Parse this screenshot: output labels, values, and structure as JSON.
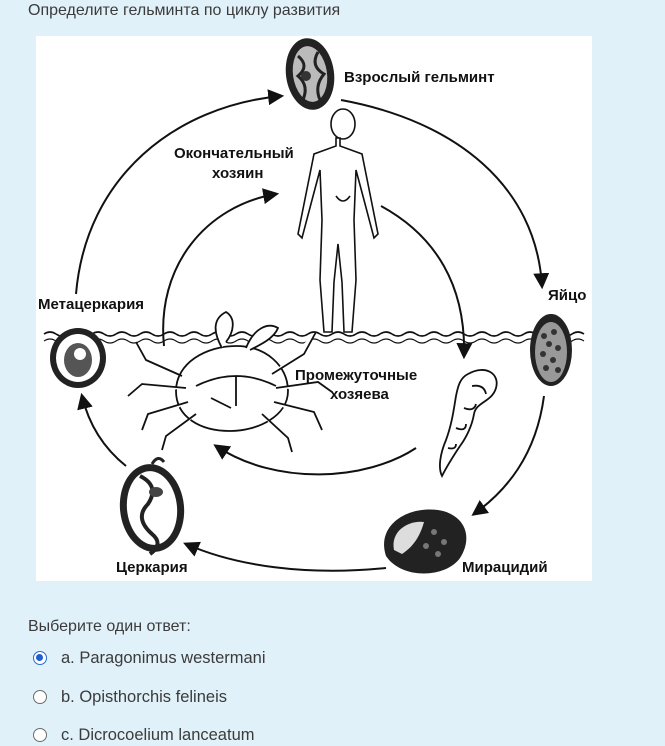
{
  "question": {
    "title": "Определите гельминта по циклу развития"
  },
  "figure": {
    "labels": {
      "adult": "Взрослый гельминт",
      "definitive_line1": "Окончательный",
      "definitive_line2": "хозяин",
      "egg": "Яйцо",
      "metacercaria": "Метацеркария",
      "intermediate_line1": "Промежуточные",
      "intermediate_line2": "хозяева",
      "cercaria": "Церкария",
      "miracidium": "Мирацидий"
    }
  },
  "answer": {
    "prompt": "Выберите один ответ:",
    "options": [
      {
        "label": "a. Paragonimus westermani",
        "selected": true
      },
      {
        "label": "b. Opisthorchis felineis",
        "selected": false
      },
      {
        "label": "c. Dicrocoelium lanceatum",
        "selected": false
      }
    ]
  }
}
